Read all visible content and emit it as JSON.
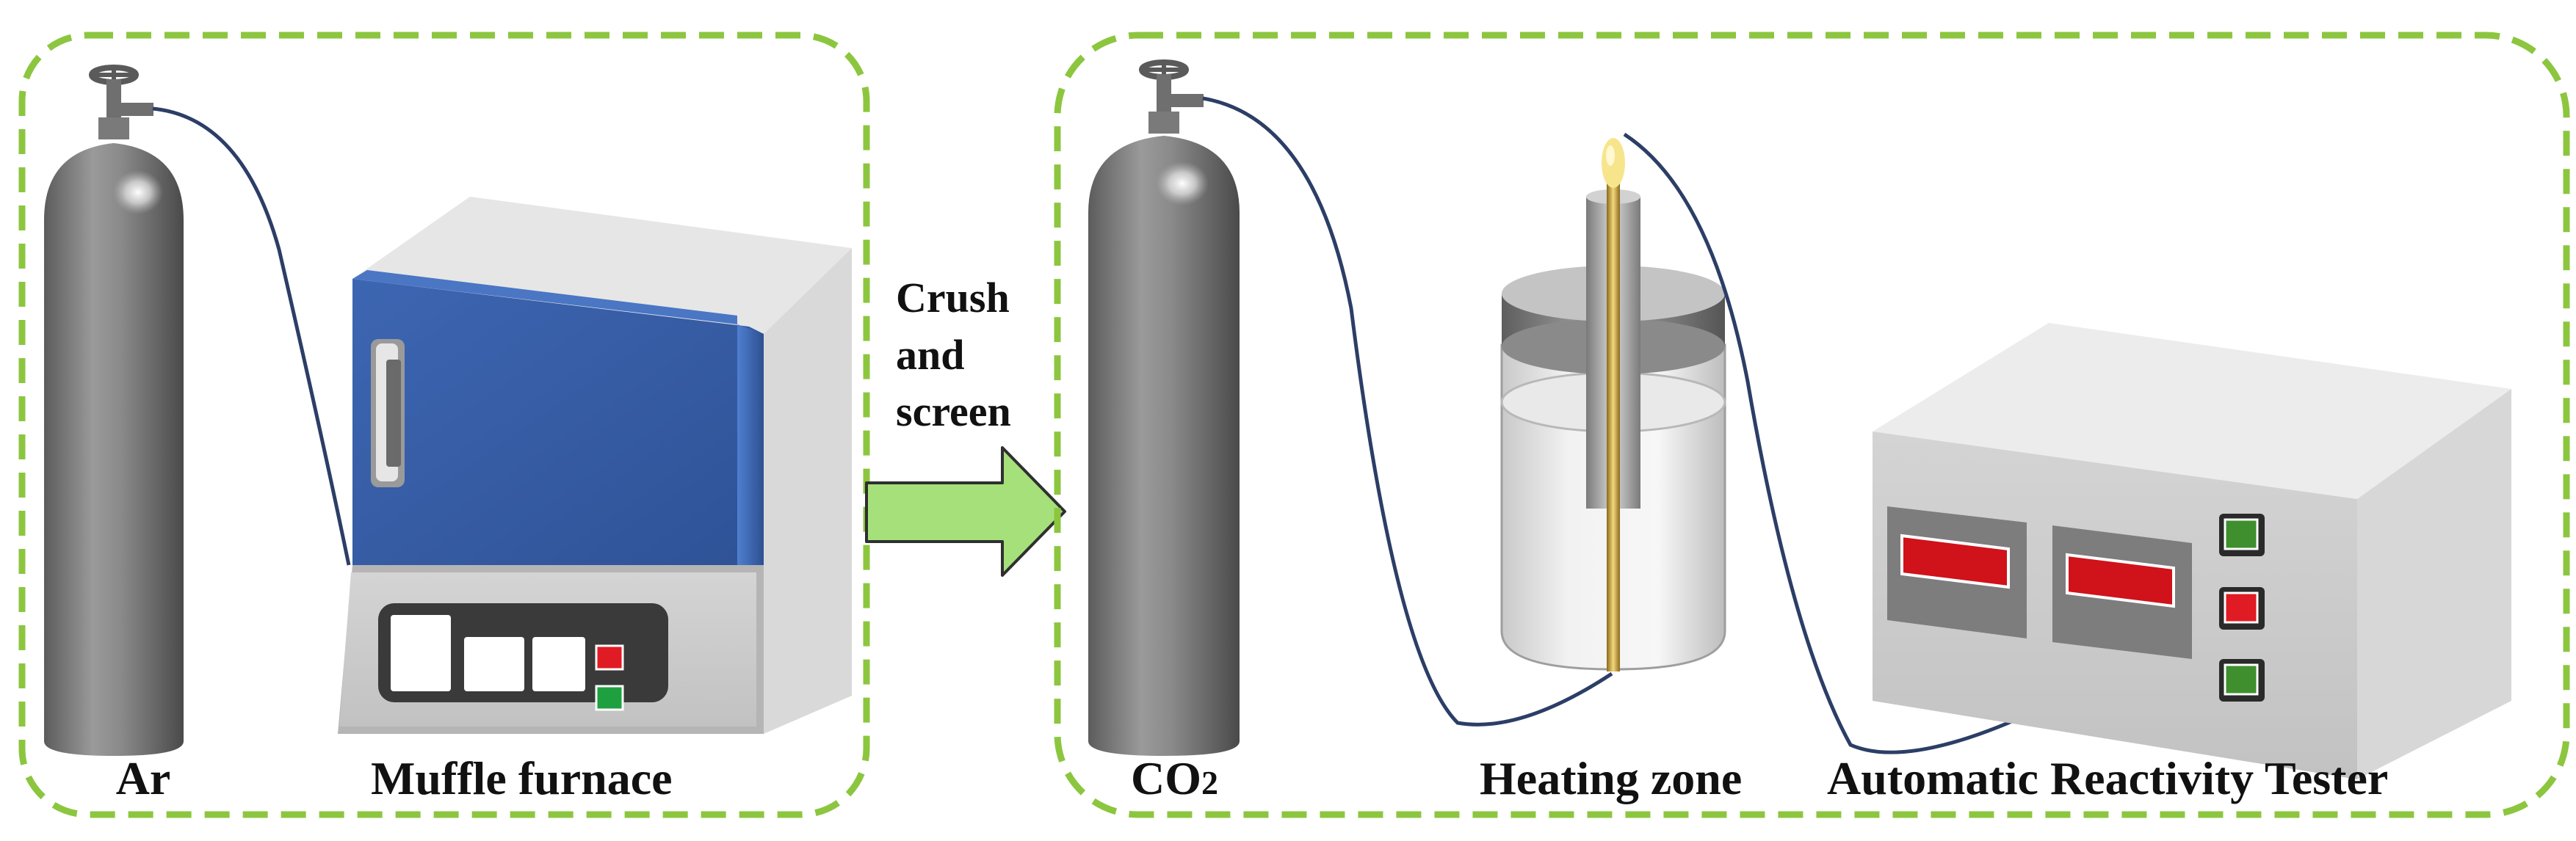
{
  "panels": {
    "left": {
      "cylinder_label": "Ar",
      "furnace_label": "Muffle furnace"
    },
    "right": {
      "cylinder_label_main": "CO",
      "cylinder_label_sub": "2",
      "heating_label": "Heating zone",
      "tester_label": "Automatic Reactivity Tester"
    }
  },
  "arrow": {
    "line1": "Crush",
    "line2": "and",
    "line3": "screen"
  },
  "colors": {
    "panel_border": "#8cc63f",
    "arrow_fill": "#a6e07a",
    "furnace_door": "#3a5fa8",
    "display_red": "#d0121b",
    "button_green": "#3f8f2f",
    "tube": "#2c3e66"
  }
}
